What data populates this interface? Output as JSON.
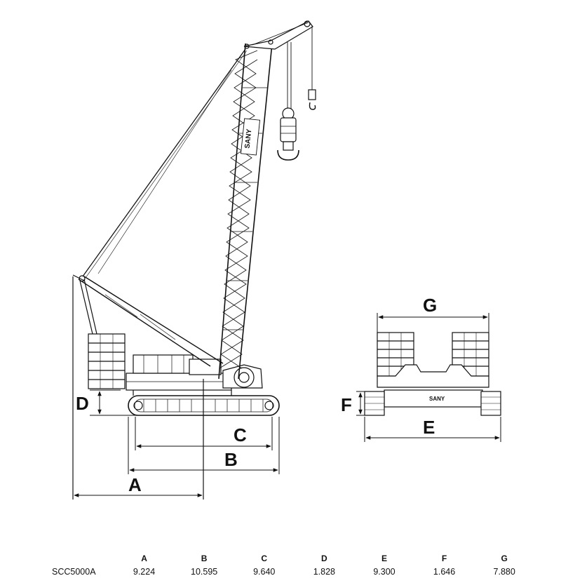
{
  "diagram": {
    "dimension_labels": {
      "A": "A",
      "B": "B",
      "C": "C",
      "D": "D",
      "E": "E",
      "F": "F",
      "G": "G"
    },
    "boom_brand": "SANY",
    "carbody_brand": "SANY"
  },
  "spec_table": {
    "headers": [
      "",
      "A",
      "B",
      "C",
      "D",
      "E",
      "F",
      "G"
    ],
    "rows": [
      [
        "SCC5000A",
        "9.224",
        "10.595",
        "9.640",
        "1.828",
        "9.300",
        "1.646",
        "7.880"
      ]
    ]
  }
}
